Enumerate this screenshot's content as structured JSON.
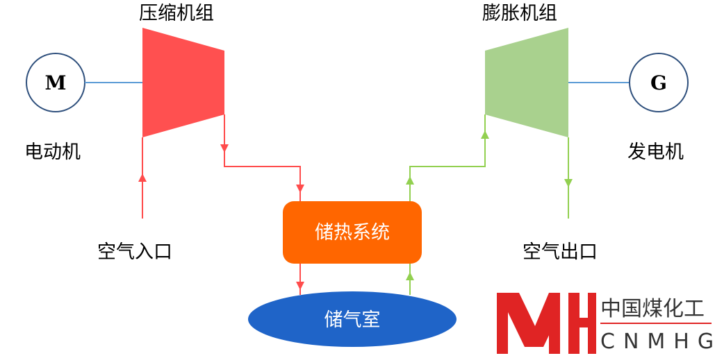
{
  "labels": {
    "compressor": "压缩机组",
    "expander": "膨胀机组",
    "motor": "电动机",
    "generator": "发电机",
    "air_inlet": "空气入口",
    "air_outlet": "空气出口",
    "heat_storage": "储热系统",
    "gas_storage": "储气室",
    "motor_symbol": "M",
    "generator_symbol": "G"
  },
  "logo": {
    "cn": "中国煤化工",
    "en": "CNMHG"
  },
  "colors": {
    "compressor": "#ff5050",
    "expander": "#a9d18e",
    "heat_storage": "#ff6600",
    "gas_storage": "#1f64c8",
    "shaft": "#5b9bd5",
    "circle_stroke": "#2e4f7c",
    "hot_flow": "#ff4c4c",
    "cold_flow": "#92d050",
    "logo_red": "#e02424"
  }
}
